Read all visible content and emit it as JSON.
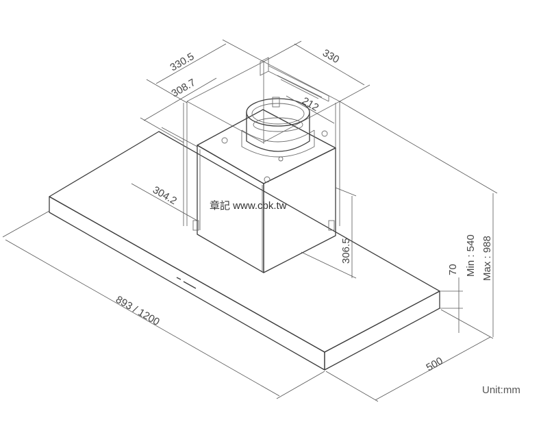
{
  "dimensions": {
    "hood_width": "893 / 1200",
    "hood_depth": "500",
    "hood_thickness": "70",
    "height_range_min": "Min : 540",
    "height_range_max": "Max : 988",
    "chimney_top_width": "330.5",
    "chimney_top_depth": "330",
    "chimney_inner_width": "308.7",
    "duct_diameter": "212",
    "chimney_lower_width": "304.2",
    "chimney_lower_height": "306.5"
  },
  "watermark": "章記 www.cbk.tw",
  "unit_label": "Unit:mm"
}
